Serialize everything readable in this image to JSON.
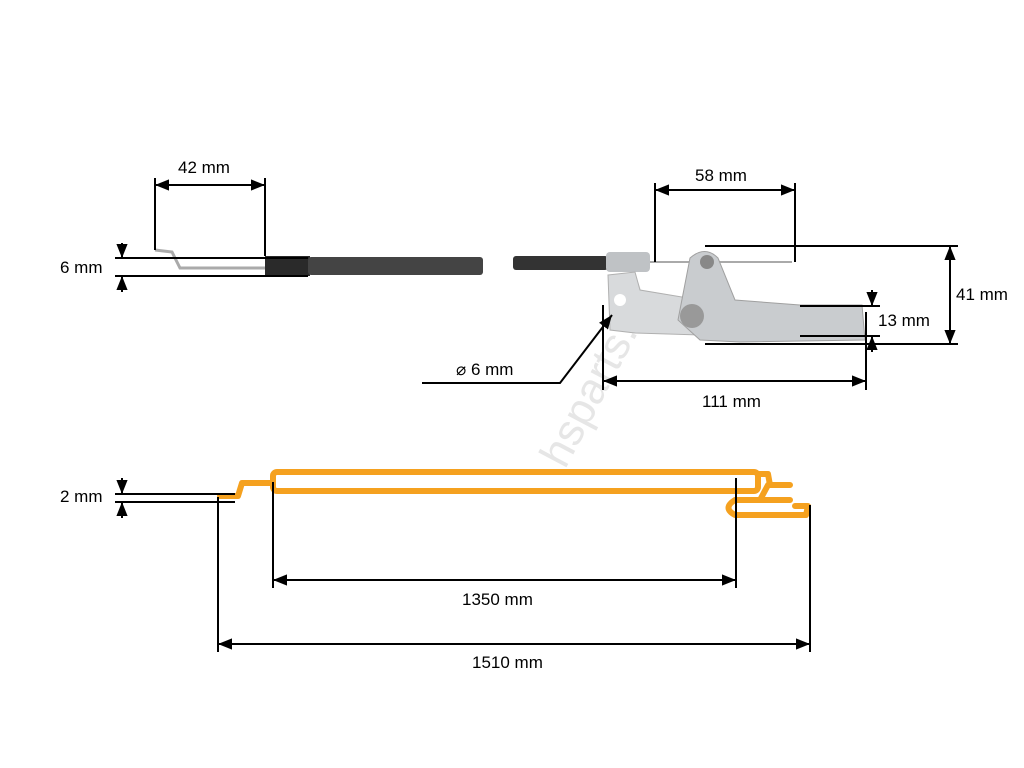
{
  "watermark": "hsparts.sk",
  "colors": {
    "cable_orange": "#f5a11f",
    "cable_dark": "#3a3a3a",
    "metal": "#c9cccf"
  },
  "top_view": {
    "end_length": "42 mm",
    "end_diameter": "6 mm"
  },
  "lever_view": {
    "lever_offset": "58 mm",
    "height": "41 mm",
    "handle_thickness": "13 mm",
    "hole_diameter": "⌀ 6 mm",
    "length": "111 mm"
  },
  "cable_view": {
    "wire_diameter": "2 mm",
    "sheath_length": "1350 mm",
    "total_length": "1510 mm"
  }
}
